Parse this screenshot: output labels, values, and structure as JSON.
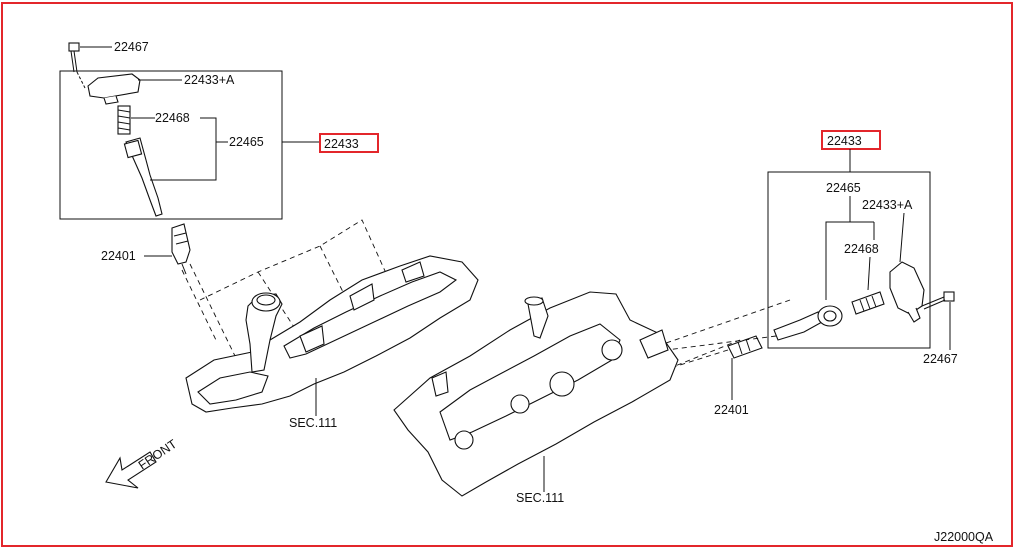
{
  "colors": {
    "frame": "#e3262b",
    "ink": "#111111",
    "highlight_box": "#e3262b"
  },
  "left_group": {
    "bolt": "22467",
    "coil": "22433+A",
    "spring": "22468",
    "boot": "22465",
    "assembly": "22433",
    "spark_plug": "22401",
    "section": "SEC.111"
  },
  "right_group": {
    "assembly": "22433",
    "boot": "22465",
    "coil": "22433+A",
    "spring": "22468",
    "bolt": "22467",
    "spark_plug": "22401",
    "section": "SEC.111"
  },
  "front_label": "FRONT",
  "diagram_code": "J22000QA"
}
